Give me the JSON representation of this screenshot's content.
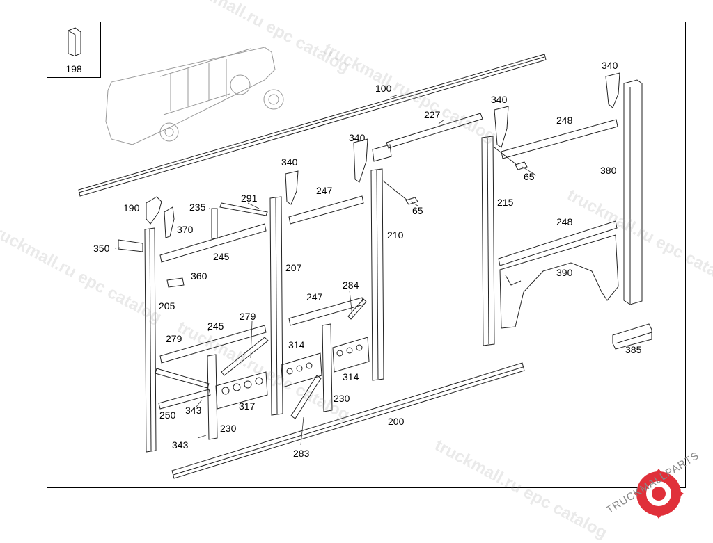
{
  "inset": {
    "label": "198"
  },
  "callouts": [
    {
      "id": "100",
      "text": "100"
    },
    {
      "id": "227",
      "text": "227"
    },
    {
      "id": "340a",
      "text": "340"
    },
    {
      "id": "340b",
      "text": "340"
    },
    {
      "id": "340c",
      "text": "340"
    },
    {
      "id": "340d",
      "text": "340"
    },
    {
      "id": "248a",
      "text": "248"
    },
    {
      "id": "248b",
      "text": "248"
    },
    {
      "id": "65a",
      "text": "65"
    },
    {
      "id": "65b",
      "text": "65"
    },
    {
      "id": "380",
      "text": "380"
    },
    {
      "id": "215",
      "text": "215"
    },
    {
      "id": "390",
      "text": "390"
    },
    {
      "id": "385",
      "text": "385"
    },
    {
      "id": "210",
      "text": "210"
    },
    {
      "id": "247a",
      "text": "247"
    },
    {
      "id": "247b",
      "text": "247"
    },
    {
      "id": "291",
      "text": "291"
    },
    {
      "id": "235",
      "text": "235"
    },
    {
      "id": "190",
      "text": "190"
    },
    {
      "id": "370",
      "text": "370"
    },
    {
      "id": "350",
      "text": "350"
    },
    {
      "id": "245a",
      "text": "245"
    },
    {
      "id": "245b",
      "text": "245"
    },
    {
      "id": "207",
      "text": "207"
    },
    {
      "id": "360",
      "text": "360"
    },
    {
      "id": "205",
      "text": "205"
    },
    {
      "id": "284",
      "text": "284"
    },
    {
      "id": "279a",
      "text": "279"
    },
    {
      "id": "279b",
      "text": "279"
    },
    {
      "id": "314a",
      "text": "314"
    },
    {
      "id": "314b",
      "text": "314"
    },
    {
      "id": "317",
      "text": "317"
    },
    {
      "id": "343a",
      "text": "343"
    },
    {
      "id": "343b",
      "text": "343"
    },
    {
      "id": "250",
      "text": "250"
    },
    {
      "id": "230a",
      "text": "230"
    },
    {
      "id": "230b",
      "text": "230"
    },
    {
      "id": "200",
      "text": "200"
    },
    {
      "id": "283",
      "text": "283"
    }
  ],
  "watermark": "truckmall.ru epc catalog",
  "logo": {
    "text": "TRUCKMALLPARTS",
    "color": "#e0303a"
  }
}
